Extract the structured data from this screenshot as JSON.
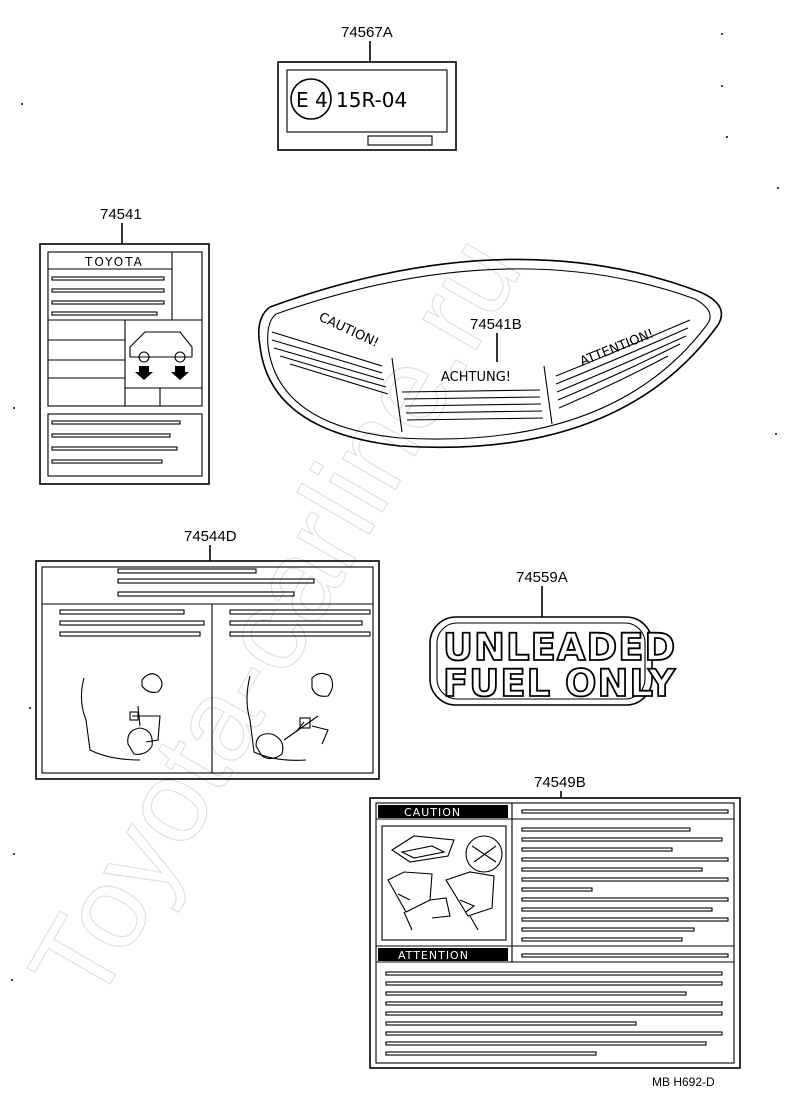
{
  "parts": {
    "p74567A": "74567A",
    "p74541": "74541",
    "p74541B": "74541B",
    "p74544D": "74544D",
    "p74559A": "74559A",
    "p74549B": "74549B"
  },
  "label_74567A": {
    "circle_text": "E 4",
    "code": "15R-04"
  },
  "label_74541": {
    "brand": "TOYOTA"
  },
  "label_74541B": {
    "left": "CAUTION!",
    "center": "ACHTUNG!",
    "right": "ATTENTION!"
  },
  "label_74559A": {
    "line1": "UNLEADED",
    "line2": "FUEL ONLY"
  },
  "label_74549B": {
    "caution": "CAUTION",
    "attention": "ATTENTION"
  },
  "watermark": "Toyota-carline.ru",
  "diagram_code": "MB  H692-D"
}
